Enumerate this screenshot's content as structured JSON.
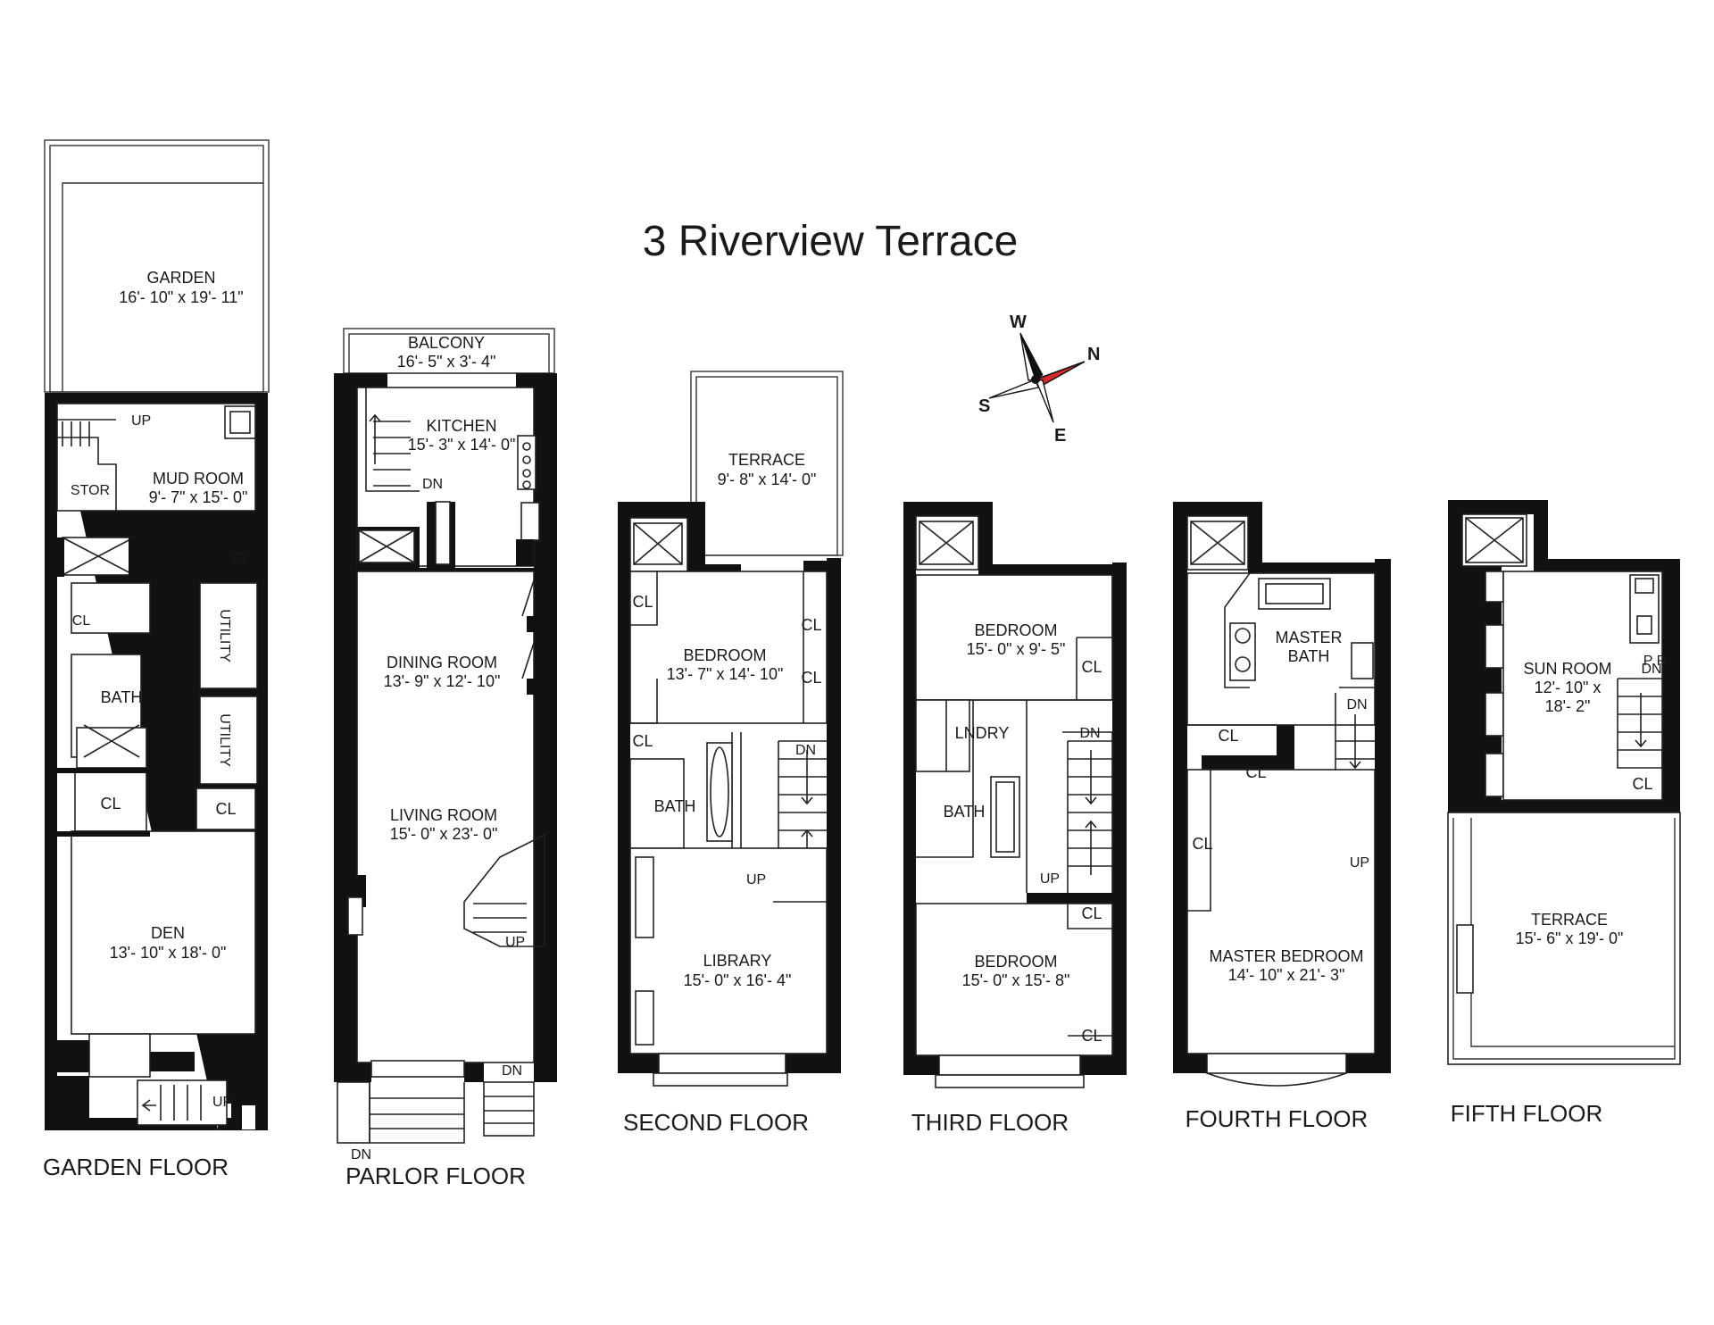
{
  "title": "3 Riverview Terrace",
  "compass": {
    "w": "W",
    "n": "N",
    "s": "S",
    "e": "E",
    "north_color": "#d62b2b"
  },
  "floors": {
    "garden": {
      "label": "GARDEN FLOOR",
      "garden": {
        "name": "GARDEN",
        "dims": "16'- 10\" x 19'- 11\""
      },
      "mud_room": {
        "name": "MUD ROOM",
        "dims": "9'- 7\" x 15'- 0\""
      },
      "stor": "STOR",
      "up1": "UP",
      "up2": "UP",
      "cl1": "CL",
      "cl2": "CL",
      "cl3": "CL",
      "cl4": "CL",
      "utility1": "UTILITY",
      "utility2": "UTILITY",
      "bath": "BATH",
      "den": {
        "name": "DEN",
        "dims": "13'- 10\" x 18'- 0\""
      }
    },
    "parlor": {
      "label": "PARLOR FLOOR",
      "balcony": {
        "name": "BALCONY",
        "dims": "16'- 5\" x 3'- 4\""
      },
      "kitchen": {
        "name": "KITCHEN",
        "dims": "15'- 3\" x 14'- 0\""
      },
      "dn1": "DN",
      "dn2": "DN",
      "dn3": "DN",
      "up": "UP",
      "dining": {
        "name": "DINING ROOM",
        "dims": "13'- 9\" x 12'- 10\""
      },
      "living": {
        "name": "LIVING ROOM",
        "dims": "15'- 0\" x 23'- 0\""
      }
    },
    "second": {
      "label": "SECOND FLOOR",
      "terrace": {
        "name": "TERRACE",
        "dims": "9'- 8\" x 14'- 0\""
      },
      "bedroom": {
        "name": "BEDROOM",
        "dims": "13'- 7\" x 14'- 10\""
      },
      "cl1": "CL",
      "cl2": "CL",
      "cl3": "CL",
      "cl4": "CL",
      "bath": "BATH",
      "dn": "DN",
      "up": "UP",
      "library": {
        "name": "LIBRARY",
        "dims": "15'- 0\" x 16'- 4\""
      }
    },
    "third": {
      "label": "THIRD FLOOR",
      "bedroom1": {
        "name": "BEDROOM",
        "dims": "15'- 0\" x 9'- 5\""
      },
      "cl1": "CL",
      "cl2": "CL",
      "cl3": "CL",
      "lndry": "LNDRY",
      "bath": "BATH",
      "dn": "DN",
      "up": "UP",
      "bedroom2": {
        "name": "BEDROOM",
        "dims": "15'- 0\" x 15'- 8\""
      }
    },
    "fourth": {
      "label": "FOURTH FLOOR",
      "master_bath": {
        "name1": "MASTER",
        "name2": "BATH"
      },
      "cl1": "CL",
      "cl2": "CL",
      "cl3": "CL",
      "dn": "DN",
      "up": "UP",
      "master_bedroom": {
        "name": "MASTER BEDROOM",
        "dims": "14'- 10\" x 21'- 3\""
      }
    },
    "fifth": {
      "label": "FIFTH FLOOR",
      "pr": "P R",
      "sun_room": {
        "name": "SUN ROOM",
        "dims1": "12'- 10\" x",
        "dims2": "18'- 2\""
      },
      "dn": "DN",
      "cl": "CL",
      "terrace": {
        "name": "TERRACE",
        "dims": "15'- 6\" x 19'- 0\""
      }
    }
  }
}
